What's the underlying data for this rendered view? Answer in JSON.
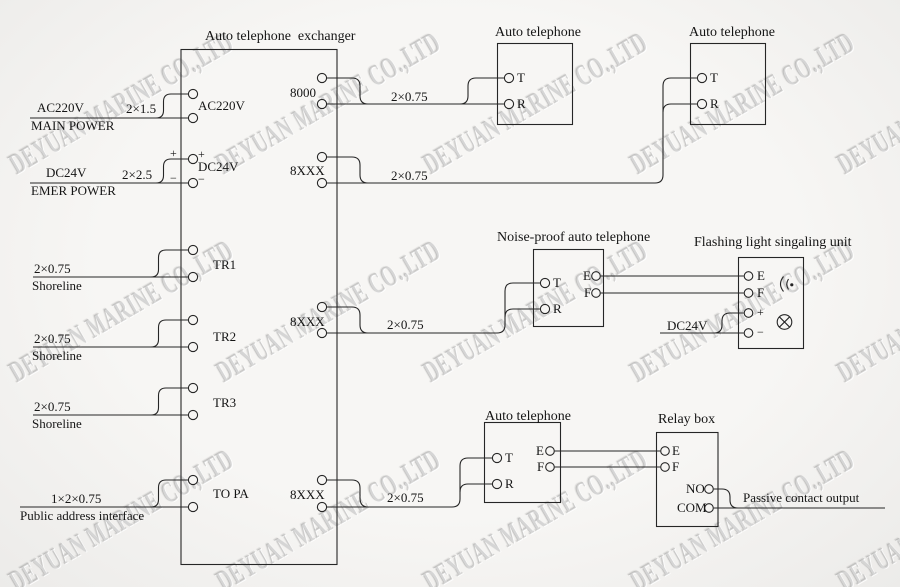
{
  "watermark": {
    "text": "DEYUAN MARINE CO.,LTD"
  },
  "exchanger": {
    "title": "Auto telephone  exchanger",
    "ac": {
      "src1": "AC220V",
      "src2": "MAIN POWER",
      "cable": "2×1.5",
      "term": "AC220V"
    },
    "dc": {
      "src1": "DC24V",
      "src2": "EMER POWER",
      "cable": "2×2.5",
      "term": "DC24V",
      "plus": "+",
      "minus": "−"
    },
    "tr1": {
      "cable": "2×0.75",
      "src2": "Shoreline",
      "term": "TR1"
    },
    "tr2": {
      "cable": "2×0.75",
      "src2": "Shoreline",
      "term": "TR2"
    },
    "tr3": {
      "cable": "2×0.75",
      "src2": "Shoreline",
      "term": "TR3"
    },
    "pa": {
      "cable": "1×2×0.75",
      "src2": "Public address interface",
      "term": "TO PA"
    },
    "out8000": {
      "term": "8000",
      "cable": "2×0.75"
    },
    "out8xxx1": {
      "term": "8XXX",
      "cable": "2×0.75"
    },
    "out8xxx2": {
      "term": "8XXX",
      "cable": "2×0.75"
    },
    "out8xxx3": {
      "term": "8XXX",
      "cable": "2×0.75"
    }
  },
  "devices": {
    "phone1": {
      "title": "Auto telephone",
      "t": "T",
      "r": "R"
    },
    "phone2": {
      "title": "Auto telephone",
      "t": "T",
      "r": "R"
    },
    "noise": {
      "title": "Noise-proof auto telephone",
      "t": "T",
      "r": "R",
      "e": "E",
      "f": "F"
    },
    "flash": {
      "title": "Flashing light singaling unit",
      "e": "E",
      "f": "F",
      "plus": "+",
      "minus": "−",
      "supply": "DC24V"
    },
    "phone3": {
      "title": "Auto telephone",
      "t": "T",
      "r": "R",
      "e": "E",
      "f": "F"
    },
    "relay": {
      "title": "Relay box",
      "e": "E",
      "f": "F",
      "no": "NO",
      "com": "COM"
    },
    "output": "Passive contact output"
  }
}
